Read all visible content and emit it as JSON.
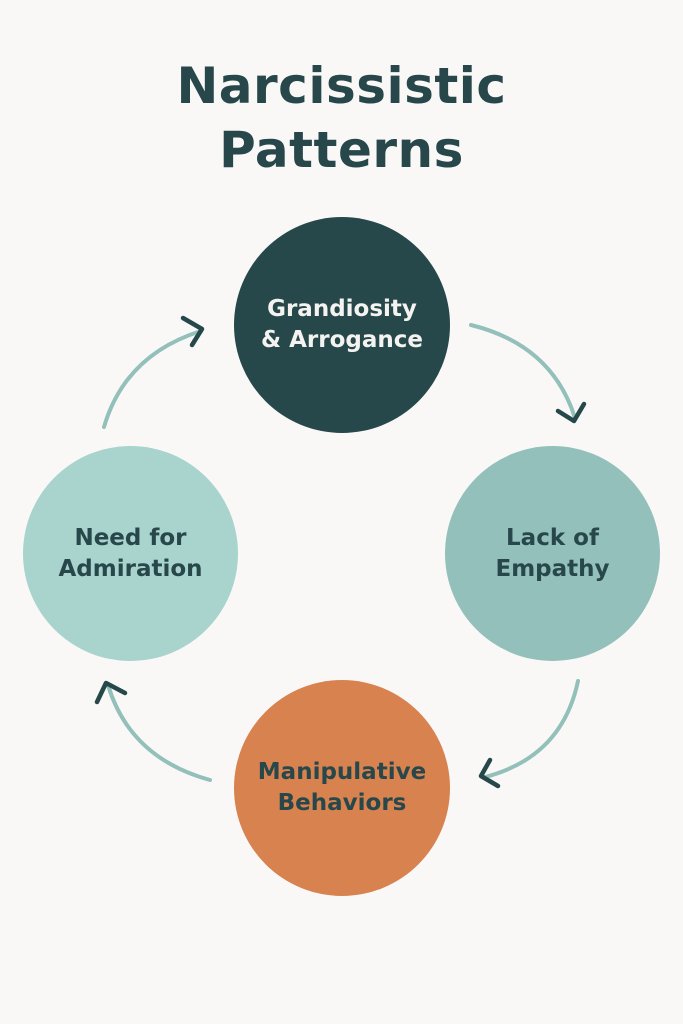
{
  "title": {
    "line1": "Narcissistic",
    "line2": "Patterns",
    "color": "#27474a"
  },
  "cycle": {
    "direction": "clockwise",
    "nodes": [
      {
        "id": "top",
        "line1": "Grandiosity",
        "line2": "& Arrogance",
        "fill": "#26484a",
        "text_color": "#f4f3ef"
      },
      {
        "id": "right",
        "line1": "Lack of",
        "line2": "Empathy",
        "fill": "#93c0ba",
        "text_color": "#27474a"
      },
      {
        "id": "bottom",
        "line1": "Manipulative",
        "line2": "Behaviors",
        "fill": "#d8824f",
        "text_color": "#27474a"
      },
      {
        "id": "left",
        "line1": "Need for",
        "line2": "Admiration",
        "fill": "#a9d3cd",
        "text_color": "#27474a"
      }
    ],
    "arrows": [
      {
        "from": "top",
        "to": "right"
      },
      {
        "from": "right",
        "to": "bottom"
      },
      {
        "from": "bottom",
        "to": "left"
      },
      {
        "from": "left",
        "to": "top"
      }
    ],
    "arrow_line_color": "#93c0ba",
    "arrow_head_color": "#26484a"
  }
}
